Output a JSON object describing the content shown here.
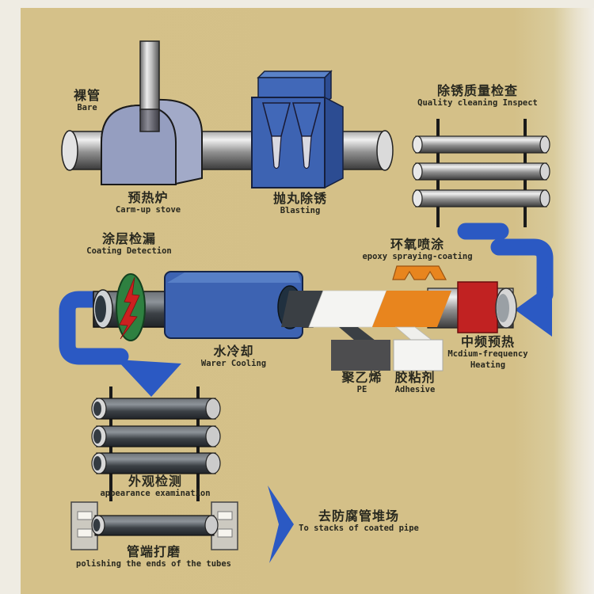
{
  "page": {
    "background": "#d5c189",
    "paper": "#efece3"
  },
  "colors": {
    "arrow_blue": "#2b59c3",
    "machine_blue": "#3d63b2",
    "machine_blue_light": "#5a82c8",
    "machine_blue_dark": "#2c4c92",
    "stove_purple": "#959ec0",
    "stove_purple_light": "#a2aac8",
    "detector_green": "#2e8040",
    "bolt_red": "#cc2020",
    "heater_red": "#c12222",
    "epoxy_orange": "#e8851e",
    "coated_dark": "#3a3f44",
    "text_dark": "#28281f"
  },
  "stations": {
    "bare": {
      "zh": "裸管",
      "en": "Bare"
    },
    "warmup_stove": {
      "zh": "预热炉",
      "en": "Carm-up stove"
    },
    "blasting": {
      "zh": "抛丸除锈",
      "en": "Blasting"
    },
    "quality_inspect": {
      "zh": "除锈质量检查",
      "en": "Quality cleaning Inspect"
    },
    "coating_detection": {
      "zh": "涂层检漏",
      "en": "Coating Detection"
    },
    "epoxy_spraying": {
      "zh": "环氧喷涂",
      "en": "epoxy spraying-coating"
    },
    "water_cooling": {
      "zh": "水冷却",
      "en": "Warer Cooling"
    },
    "polyethylene": {
      "zh": "聚乙烯",
      "en": "PE"
    },
    "adhesive": {
      "zh": "胶粘剂",
      "en": "Adhesive"
    },
    "mf_heating": {
      "zh": "中频预热",
      "en": "Mcdium-frequency Heating"
    },
    "appearance_exam": {
      "zh": "外观检测",
      "en": "appearance examination"
    },
    "end_polishing": {
      "zh": "管端打磨",
      "en": "polishing the ends of the tubes"
    },
    "to_stacks": {
      "zh": "去防腐管堆场",
      "en": "To stacks of coated pipe"
    }
  }
}
